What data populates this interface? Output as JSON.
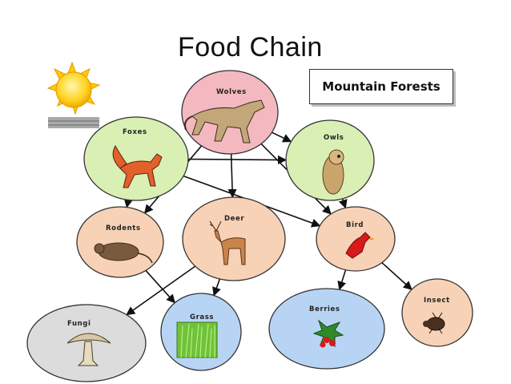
{
  "title": "Food Chain",
  "region_label": "Mountain Forests",
  "nodes": {
    "wolves": "Wolves",
    "foxes": "Foxes",
    "owls": "Owls",
    "rodents": "Rodents",
    "deer": "Deer",
    "bird": "Bird",
    "insect": "Insect",
    "berries": "Berries",
    "grass": "Grass",
    "fungi": "Fungi"
  },
  "colors": {
    "wolves": "#f4b9c0",
    "foxes": "#d9efb4",
    "owls": "#d9efb4",
    "rodents": "#f8d2b6",
    "deer": "#f8d2b6",
    "bird": "#f8d2b6",
    "insect": "#f8d2b6",
    "berries": "#b8d4f4",
    "grass": "#b8d4f4",
    "fungi": "#dcdcdc",
    "arrow": "#111111",
    "sun": "#ffd21a"
  },
  "links": [
    [
      "wolves",
      "owls"
    ],
    [
      "wolves",
      "rodents"
    ],
    [
      "wolves",
      "deer"
    ],
    [
      "wolves",
      "bird"
    ],
    [
      "foxes",
      "owls"
    ],
    [
      "foxes",
      "rodents"
    ],
    [
      "foxes",
      "bird"
    ],
    [
      "owls",
      "bird"
    ],
    [
      "rodents",
      "grass"
    ],
    [
      "deer",
      "fungi"
    ],
    [
      "deer",
      "grass"
    ],
    [
      "bird",
      "berries"
    ],
    [
      "bird",
      "insect"
    ]
  ]
}
